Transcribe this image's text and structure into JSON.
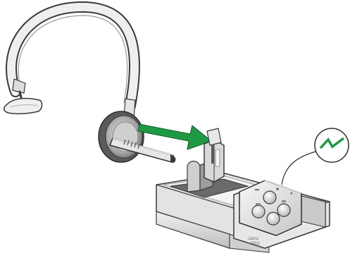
{
  "brand": {
    "line1": "Jabra",
    "line2": "PRO"
  },
  "icons": {
    "insert_arrow": "green-right-arrow",
    "wireless_indicator": "wireless-signal-icon",
    "base_buttons": [
      "phone-button-icon",
      "headset-button-icon",
      "mute-button-icon",
      "mobile-button-icon"
    ]
  },
  "colors": {
    "arrow_green": "#1f9a44",
    "signal_green": "#1f9a44",
    "device_silver": "#d9d9d9",
    "device_dark": "#4a4a4a",
    "outline": "#3a3a3a"
  }
}
